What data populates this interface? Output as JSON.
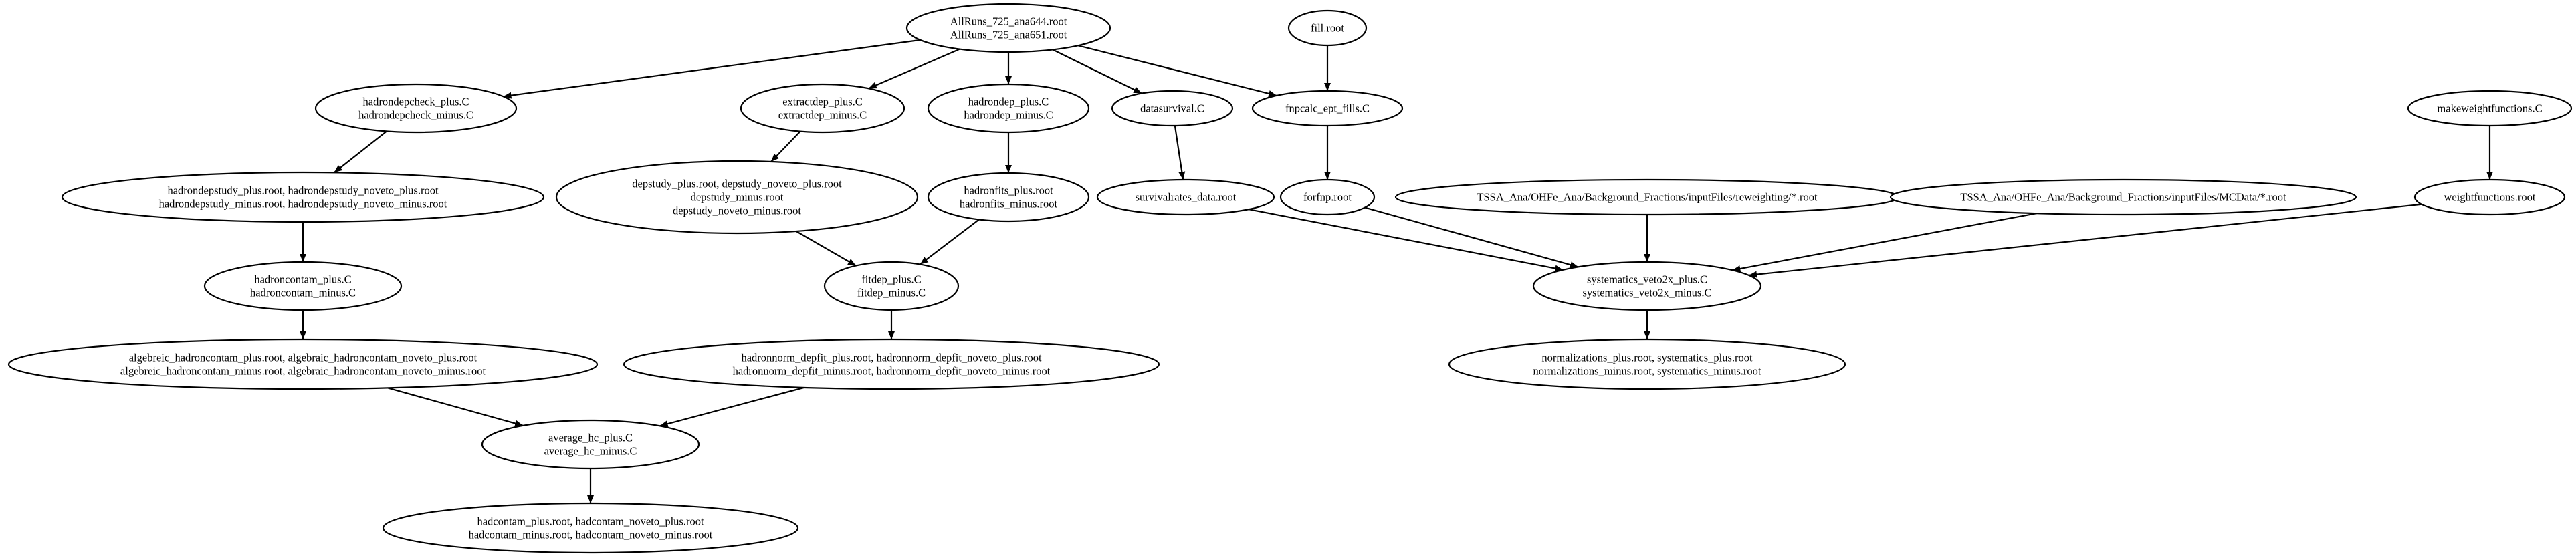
{
  "nodes": [
    {
      "id": "allruns",
      "lines": [
        "AllRuns_725_ana644.root",
        "AllRuns_725_ana651.root"
      ]
    },
    {
      "id": "fill_root",
      "lines": [
        "fill.root"
      ]
    },
    {
      "id": "hadrondepcheck_c",
      "lines": [
        "hadrondepcheck_plus.C",
        "hadrondepcheck_minus.C"
      ]
    },
    {
      "id": "extractdep_c",
      "lines": [
        "extractdep_plus.C",
        "extractdep_minus.C"
      ]
    },
    {
      "id": "hadrondep_c",
      "lines": [
        "hadrondep_plus.C",
        "hadrondep_minus.C"
      ]
    },
    {
      "id": "datasurvival_c",
      "lines": [
        "datasurvival.C"
      ]
    },
    {
      "id": "fnpcalc_c",
      "lines": [
        "fnpcalc_ept_fills.C"
      ]
    },
    {
      "id": "makeweightfunctions_c",
      "lines": [
        "makeweightfunctions.C"
      ]
    },
    {
      "id": "hadrondepstudy_root",
      "lines": [
        "hadrondepstudy_plus.root, hadrondepstudy_noveto_plus.root",
        "hadrondepstudy_minus.root, hadrondepstudy_noveto_minus.root"
      ]
    },
    {
      "id": "depstudy_root",
      "lines": [
        "depstudy_plus.root, depstudy_noveto_plus.root",
        "depstudy_minus.root",
        "depstudy_noveto_minus.root"
      ]
    },
    {
      "id": "hadronfits_root",
      "lines": [
        "hadronfits_plus.root",
        "hadronfits_minus.root"
      ]
    },
    {
      "id": "survivalrates_root",
      "lines": [
        "survivalrates_data.root"
      ]
    },
    {
      "id": "forfnp_root",
      "lines": [
        "forfnp.root"
      ]
    },
    {
      "id": "reweighting_root",
      "lines": [
        "TSSA_Ana/OHFe_Ana/Background_Fractions/inputFiles/reweighting/*.root"
      ]
    },
    {
      "id": "mcdata_root",
      "lines": [
        "TSSA_Ana/OHFe_Ana/Background_Fractions/inputFiles/MCData/*.root"
      ]
    },
    {
      "id": "weightfunctions_root",
      "lines": [
        "weightfunctions.root"
      ]
    },
    {
      "id": "hadroncontam_c",
      "lines": [
        "hadroncontam_plus.C",
        "hadroncontam_minus.C"
      ]
    },
    {
      "id": "fitdep_c",
      "lines": [
        "fitdep_plus.C",
        "fitdep_minus.C"
      ]
    },
    {
      "id": "systematics_c",
      "lines": [
        "systematics_veto2x_plus.C",
        "systematics_veto2x_minus.C"
      ]
    },
    {
      "id": "algebreic_root",
      "lines": [
        "algebreic_hadroncontam_plus.root, algebraic_hadroncontam_noveto_plus.root",
        "algebreic_hadroncontam_minus.root, algebraic_hadroncontam_noveto_minus.root"
      ]
    },
    {
      "id": "hadronnorm_root",
      "lines": [
        "hadronnorm_depfit_plus.root, hadronnorm_depfit_noveto_plus.root",
        "hadronnorm_depfit_minus.root, hadronnorm_depfit_noveto_minus.root"
      ]
    },
    {
      "id": "normalizations_root",
      "lines": [
        "normalizations_plus.root, systematics_plus.root",
        "normalizations_minus.root, systematics_minus.root"
      ]
    },
    {
      "id": "average_hc_c",
      "lines": [
        "average_hc_plus.C",
        "average_hc_minus.C"
      ]
    },
    {
      "id": "hadcontam_root",
      "lines": [
        "hadcontam_plus.root, hadcontam_noveto_plus.root",
        "hadcontam_minus.root, hadcontam_noveto_minus.root"
      ]
    }
  ],
  "edges": [
    {
      "from": "allruns",
      "to": "hadrondepcheck_c"
    },
    {
      "from": "allruns",
      "to": "extractdep_c"
    },
    {
      "from": "allruns",
      "to": "hadrondep_c"
    },
    {
      "from": "allruns",
      "to": "datasurvival_c"
    },
    {
      "from": "allruns",
      "to": "fnpcalc_c"
    },
    {
      "from": "fill_root",
      "to": "fnpcalc_c"
    },
    {
      "from": "hadrondepcheck_c",
      "to": "hadrondepstudy_root"
    },
    {
      "from": "extractdep_c",
      "to": "depstudy_root"
    },
    {
      "from": "hadrondep_c",
      "to": "hadronfits_root"
    },
    {
      "from": "datasurvival_c",
      "to": "survivalrates_root"
    },
    {
      "from": "fnpcalc_c",
      "to": "forfnp_root"
    },
    {
      "from": "makeweightfunctions_c",
      "to": "weightfunctions_root"
    },
    {
      "from": "hadrondepstudy_root",
      "to": "hadroncontam_c"
    },
    {
      "from": "depstudy_root",
      "to": "fitdep_c"
    },
    {
      "from": "hadronfits_root",
      "to": "fitdep_c"
    },
    {
      "from": "survivalrates_root",
      "to": "systematics_c"
    },
    {
      "from": "forfnp_root",
      "to": "systematics_c"
    },
    {
      "from": "reweighting_root",
      "to": "systematics_c"
    },
    {
      "from": "mcdata_root",
      "to": "systematics_c"
    },
    {
      "from": "weightfunctions_root",
      "to": "systematics_c"
    },
    {
      "from": "hadroncontam_c",
      "to": "algebreic_root"
    },
    {
      "from": "fitdep_c",
      "to": "hadronnorm_root"
    },
    {
      "from": "systematics_c",
      "to": "normalizations_root"
    },
    {
      "from": "algebreic_root",
      "to": "average_hc_c"
    },
    {
      "from": "hadronnorm_root",
      "to": "average_hc_c"
    },
    {
      "from": "average_hc_c",
      "to": "hadcontam_root"
    }
  ]
}
